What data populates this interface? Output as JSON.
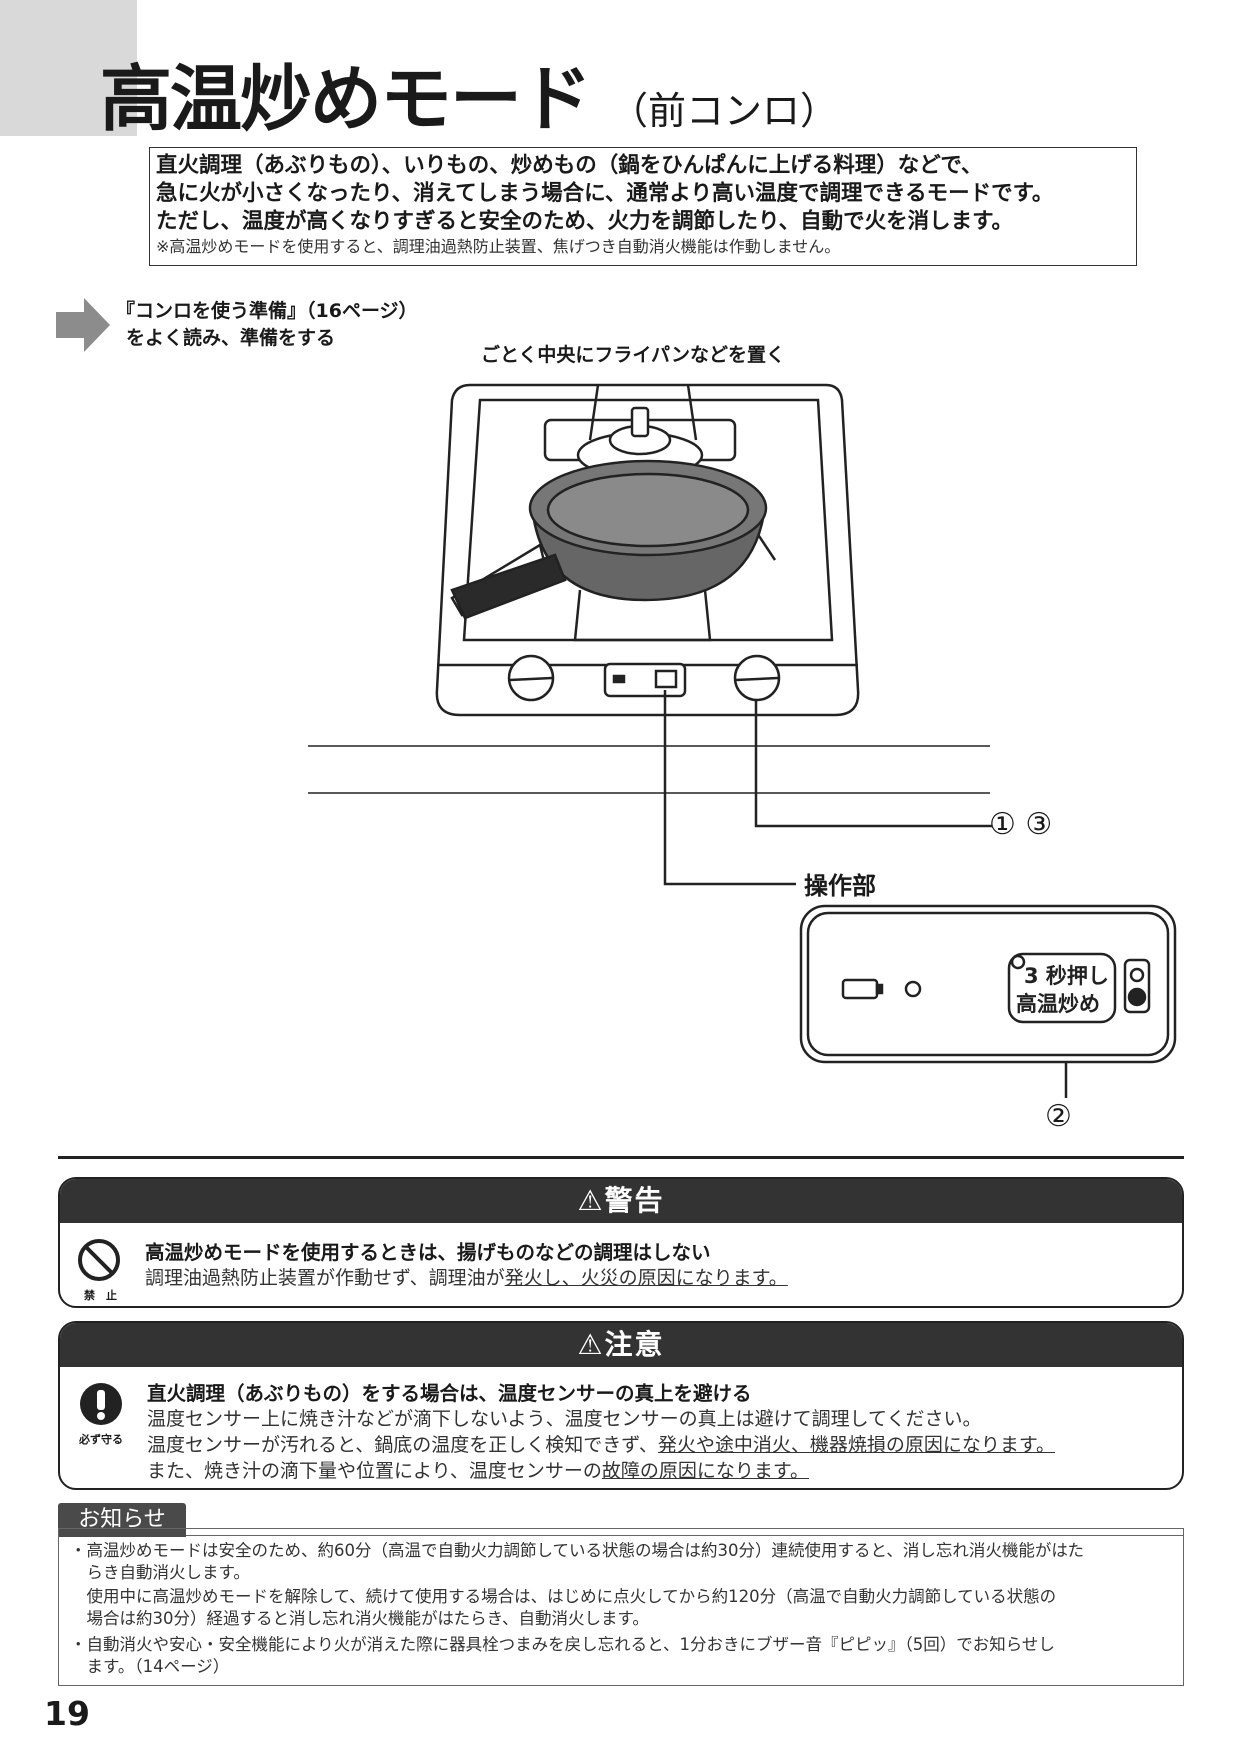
{
  "title": {
    "main": "高温炒めモード",
    "sub": "（前コンロ）"
  },
  "intro": {
    "lines": [
      "直火調理（あぶりもの）、いりもの、炒めもの（鍋をひんぱんに上げる料理）などで、",
      "急に火が小さくなったり、消えてしまう場合に、通常より高い温度で調理できるモードです。",
      "ただし、温度が高くなりすぎると安全のため、火力を調節したり、自動で火を消します。"
    ],
    "note": "※高温炒めモードを使用すると、調理油過熱防止装置、焦げつき自動消火機能は作動しません。"
  },
  "prep": {
    "line1": "『コンロを使う準備』（16ページ）",
    "line2": "をよく読み、準備をする"
  },
  "diagram": {
    "place_caption": "ごとく中央にフライパンなどを置く",
    "label_13": "① ③",
    "label_op": "操作部",
    "label_2": "②",
    "panel_line1": "3 秒押し",
    "panel_line2": "高温炒め"
  },
  "warning": {
    "header": "警告",
    "icon_label": "禁　止",
    "title": "高温炒めモードを使用するときは、揚げものなどの調理はしない",
    "body_plain": "調理油過熱防止装置が作動せず、調理油が",
    "body_under": "発火し、火災の原因になります。"
  },
  "caution": {
    "header": "注意",
    "icon_label": "必ず守る",
    "title": "直火調理（あぶりもの）をする場合は、温度センサーの真上を避ける",
    "line1": "温度センサー上に焼き汁などが滴下しないよう、温度センサーの真上は避けて調理してください。",
    "line2_plain": "温度センサーが汚れると、鍋底の温度を正しく検知できず、",
    "line2_under": "発火や途中消火、機器焼損の原因になります。",
    "line3_plain": "また、焼き汁の滴下量や位置により、温度センサーの",
    "line3_under": "故障の原因になります。"
  },
  "notice": {
    "tab": "お知らせ",
    "lines": [
      "・高温炒めモードは安全のため、約60分（高温で自動火力調節している状態の場合は約30分）連続使用すると、消し忘れ消火機能がはた",
      "　らき自動消火します。",
      "　使用中に高温炒めモードを解除して、続けて使用する場合は、はじめに点火してから約120分（高温で自動火力調節している状態の",
      "　場合は約30分）経過すると消し忘れ消火機能がはたらき、自動消火します。",
      "・自動消火や安心・安全機能により火が消えた際に器具栓つまみを戻し忘れると、1分おきにブザー音『ピピッ』（5回）でお知らせし",
      "　ます。（14ページ）"
    ]
  },
  "page_number": "19"
}
